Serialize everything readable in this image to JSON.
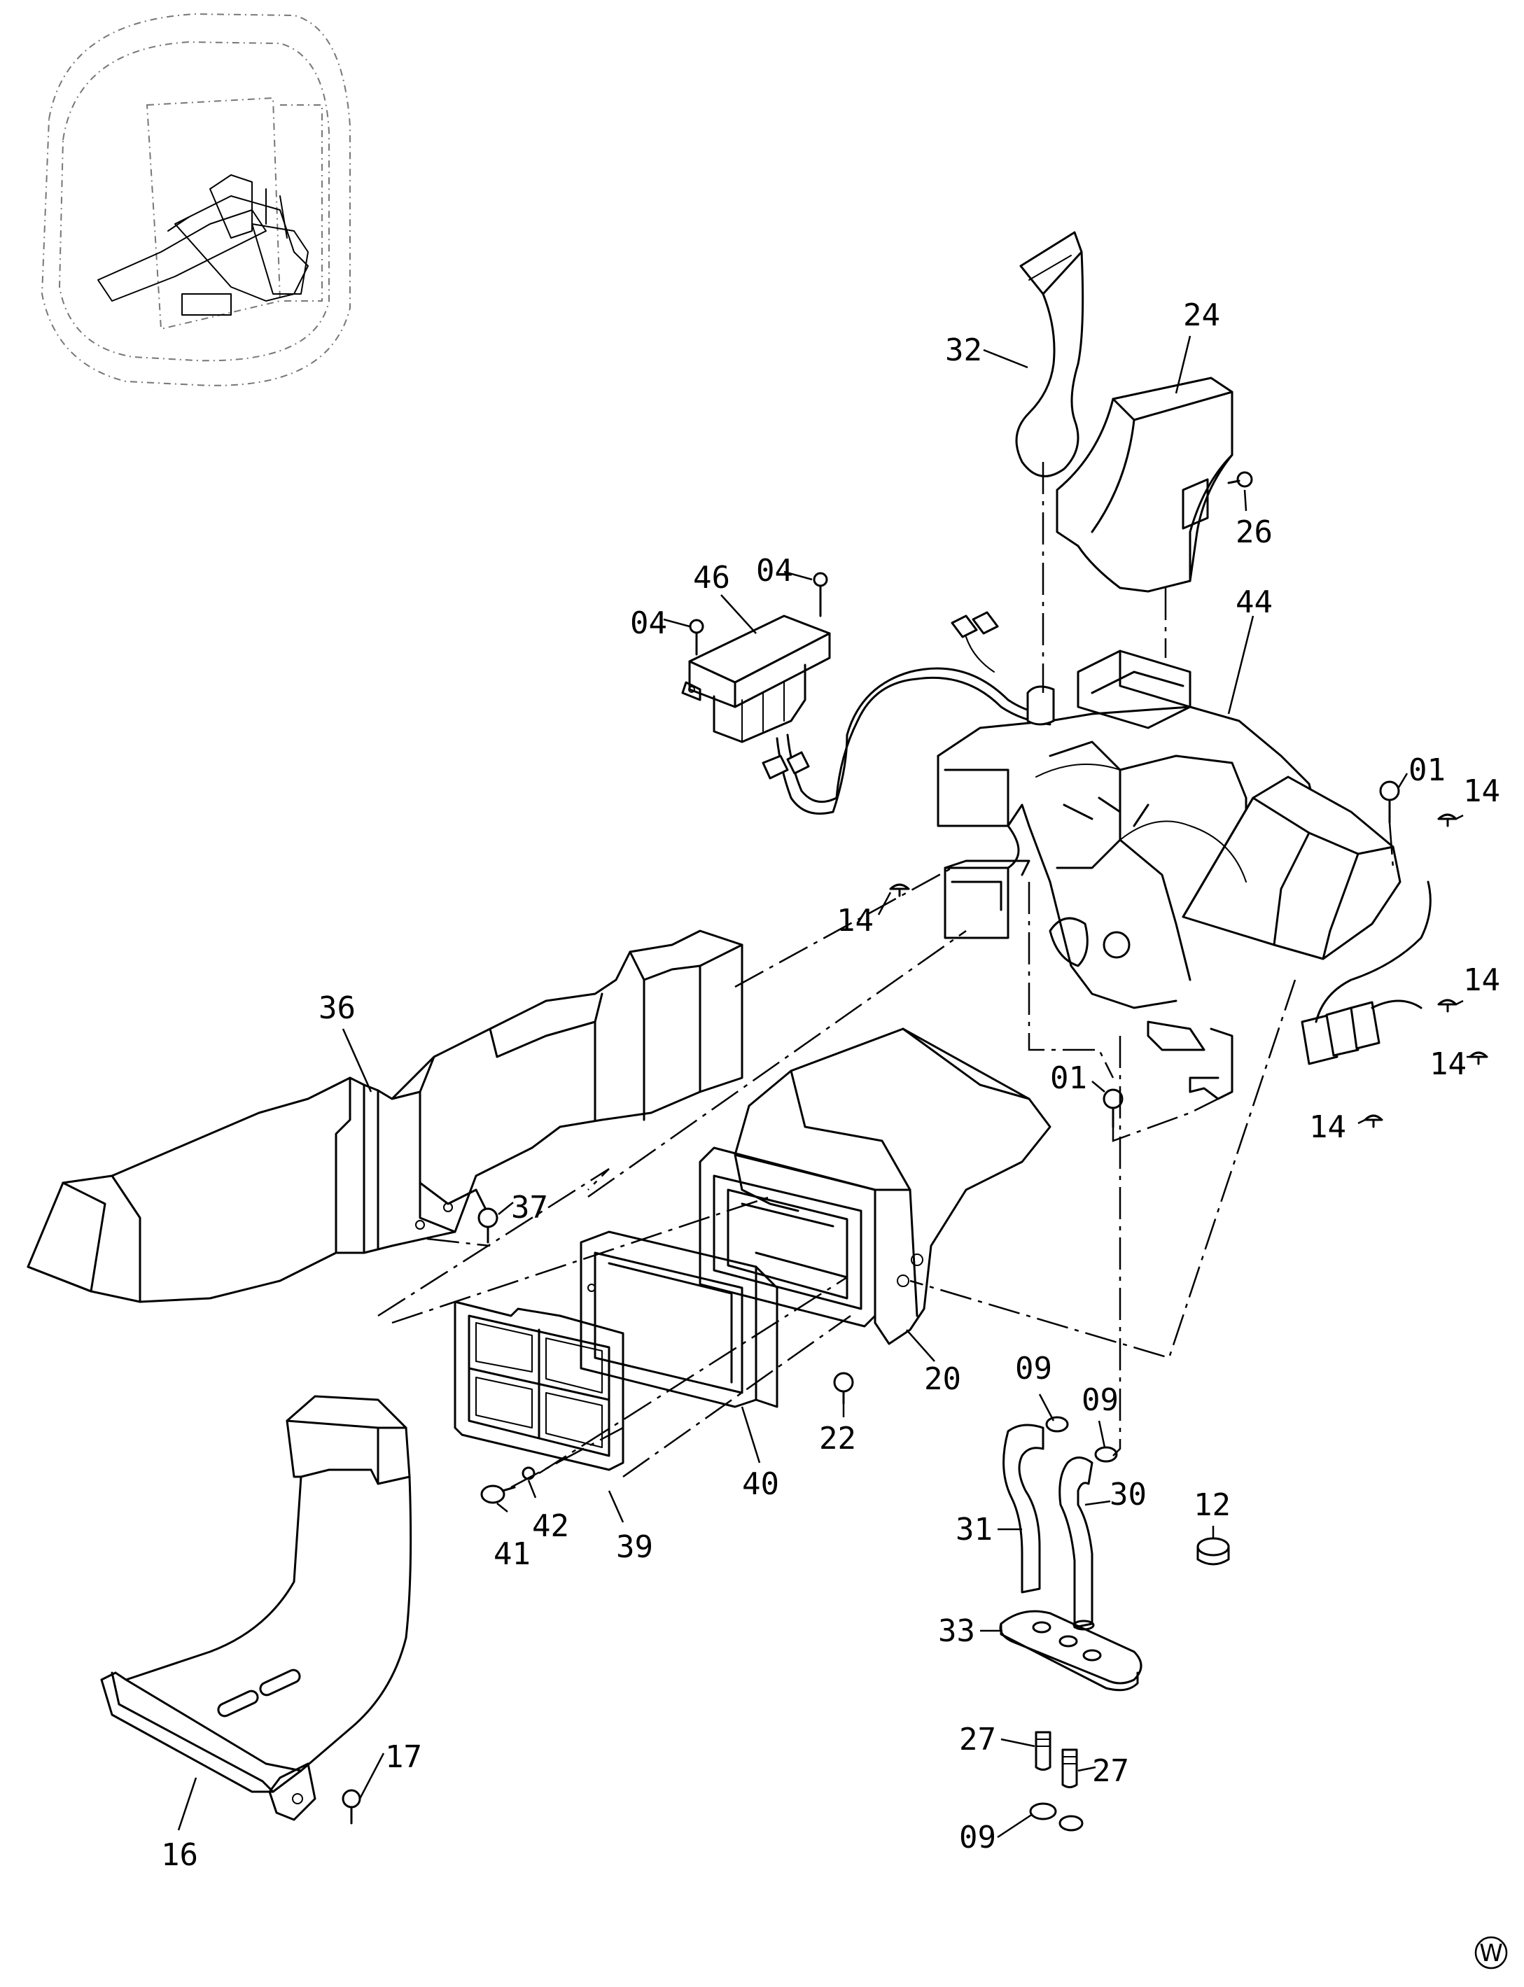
{
  "labels": [
    {
      "id": "p32",
      "text": "32"
    },
    {
      "id": "p24",
      "text": "24"
    },
    {
      "id": "p26",
      "text": "26"
    },
    {
      "id": "p46",
      "text": "46"
    },
    {
      "id": "p04a",
      "text": "04"
    },
    {
      "id": "p04b",
      "text": "04"
    },
    {
      "id": "p44",
      "text": "44"
    },
    {
      "id": "p01a",
      "text": "01"
    },
    {
      "id": "p14a",
      "text": "14"
    },
    {
      "id": "p14b",
      "text": "14"
    },
    {
      "id": "p14c",
      "text": "14"
    },
    {
      "id": "p14d",
      "text": "14"
    },
    {
      "id": "p14e",
      "text": "14"
    },
    {
      "id": "p36",
      "text": "36"
    },
    {
      "id": "p01b",
      "text": "01"
    },
    {
      "id": "p37",
      "text": "37"
    },
    {
      "id": "p20",
      "text": "20"
    },
    {
      "id": "p09a",
      "text": "09"
    },
    {
      "id": "p09b",
      "text": "09"
    },
    {
      "id": "p30",
      "text": "30"
    },
    {
      "id": "p12",
      "text": "12"
    },
    {
      "id": "p22",
      "text": "22"
    },
    {
      "id": "p40",
      "text": "40"
    },
    {
      "id": "p31",
      "text": "31"
    },
    {
      "id": "p42",
      "text": "42"
    },
    {
      "id": "p41",
      "text": "41"
    },
    {
      "id": "p39",
      "text": "39"
    },
    {
      "id": "p33",
      "text": "33"
    },
    {
      "id": "p27a",
      "text": "27"
    },
    {
      "id": "p27b",
      "text": "27"
    },
    {
      "id": "p09c",
      "text": "09"
    },
    {
      "id": "p17",
      "text": "17"
    },
    {
      "id": "p16",
      "text": "16"
    }
  ],
  "corner_mark": "W"
}
